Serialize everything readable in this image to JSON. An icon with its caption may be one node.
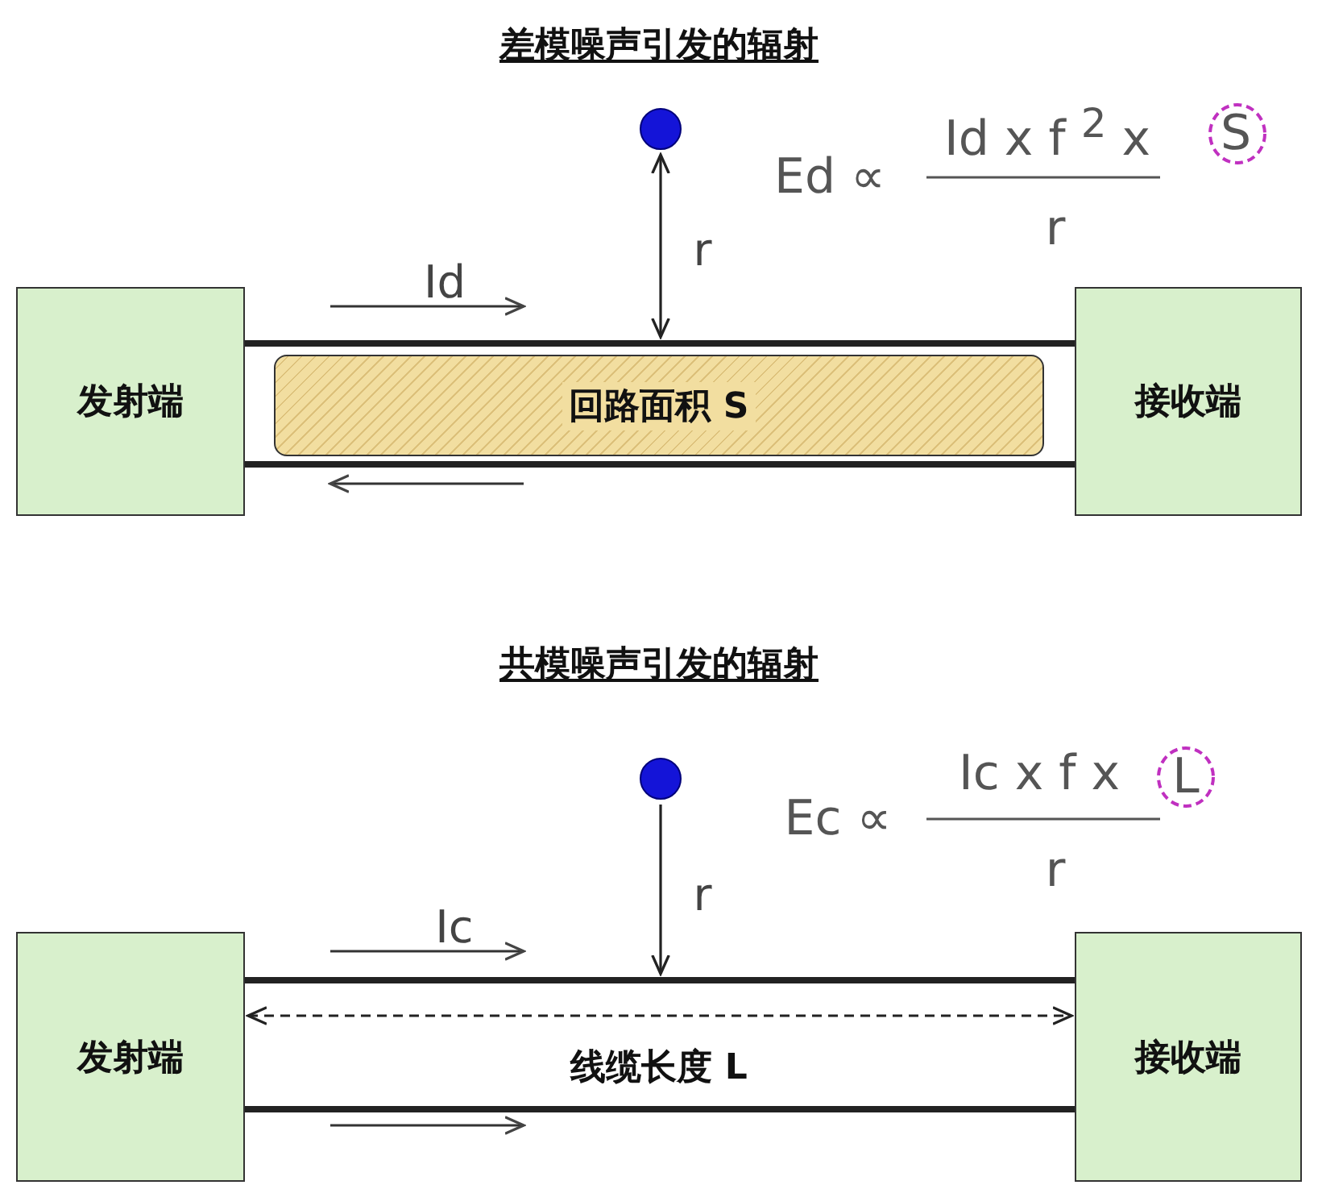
{
  "diagram": {
    "nodes": [
      {
        "text": [
          "发射端"
        ]
      },
      {
        "text": [
          "接收端"
        ]
      },
      {
        "text": [
          "回路面积 S"
        ]
      },
      {
        "text": [],
        "shape": "circle"
      },
      {
        "text": [
          "发射端"
        ]
      },
      {
        "text": [
          "接收端"
        ]
      },
      {
        "text": [],
        "shape": "circle"
      }
    ],
    "edges": [
      {
        "from": 0,
        "to": 1,
        "arrow": "none"
      },
      {
        "from": 0,
        "to": 1,
        "arrow": "none"
      },
      {
        "from": 4,
        "to": 5,
        "arrow": "none"
      },
      {
        "from": 4,
        "to": 5,
        "arrow": "none"
      },
      {
        "from": 3,
        "to": 2,
        "arrow": "both"
      },
      {
        "from": 4,
        "to": 5,
        "arrow": "both",
        "style": "dashed"
      },
      {
        "from": 6,
        "to": null,
        "arrow": "to"
      }
    ],
    "labels": [
      "差模噪声引发的辐射",
      "Ed ∝",
      "Id x f $^{2}$ x",
      "S",
      "r",
      "r",
      "Id",
      "共模噪声引发的辐射",
      "Ec ∝",
      "Ic x f x",
      "L",
      "r",
      "r",
      "Ic",
      "线缆长度 L"
    ]
  }
}
